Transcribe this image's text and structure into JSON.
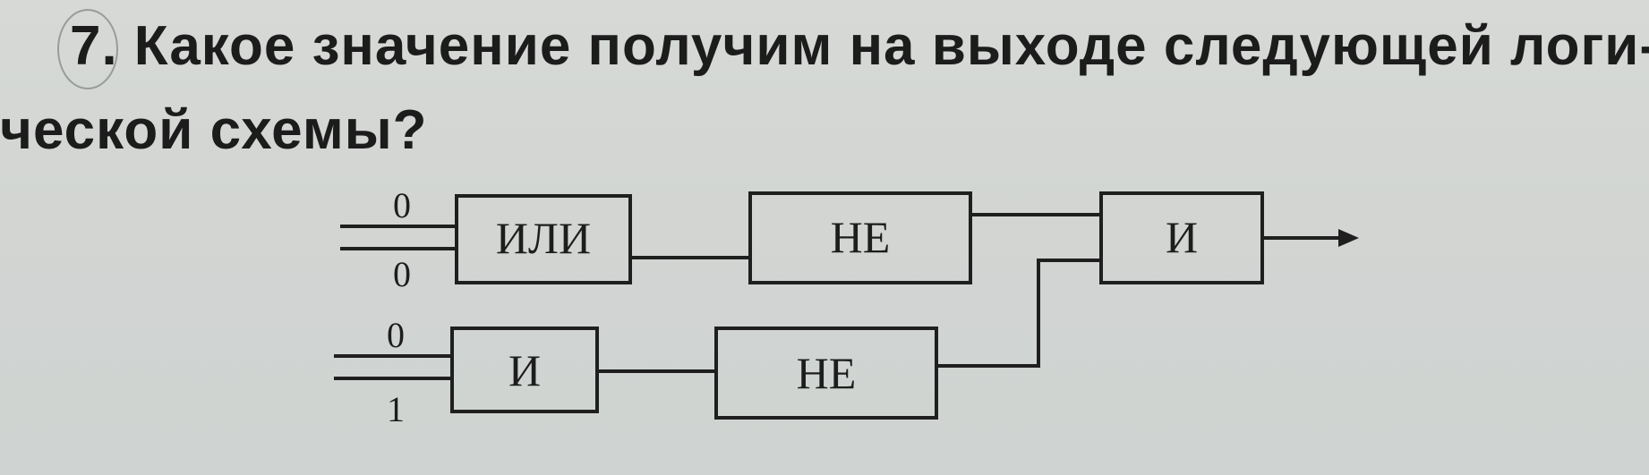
{
  "question": {
    "number": "7.",
    "line1": "Какое значение получим на выходе следующей логи-",
    "line2": "ческой схемы?"
  },
  "diagram": {
    "gates": {
      "or_gate": "ИЛИ",
      "not_gate_top": "НЕ",
      "and_gate_output": "И",
      "and_gate_bottom": "И",
      "not_gate_bottom": "НЕ"
    },
    "inputs": {
      "or_in1": "0",
      "or_in2": "0",
      "and_in1": "0",
      "and_in2": "1"
    }
  }
}
